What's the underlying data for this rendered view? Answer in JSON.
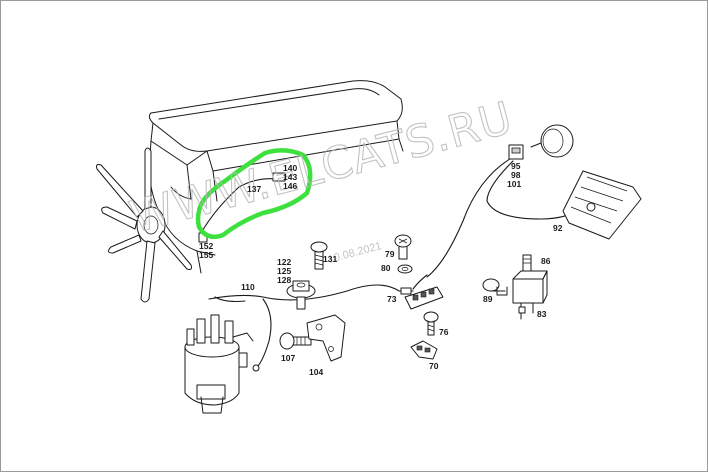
{
  "watermark": {
    "text": "WWW.ELCATS.RU",
    "date": "10.08.2021"
  },
  "labels": {
    "l140": "140",
    "l143": "143",
    "l146": "146",
    "l137": "137",
    "l152": "152",
    "l155": "155",
    "l95": "95",
    "l98": "98",
    "l101": "101",
    "l92": "92",
    "l131": "131",
    "l122": "122",
    "l125": "125",
    "l128": "128",
    "l79": "79",
    "l80": "80",
    "l86": "86",
    "l110": "110",
    "l73": "73",
    "l89": "89",
    "l83": "83",
    "l76": "76",
    "l107": "107",
    "l104": "104",
    "l70": "70"
  },
  "colors": {
    "highlight": "#3ee03e",
    "line": "#1a1a1a",
    "watermark": "#b8b8b8"
  }
}
